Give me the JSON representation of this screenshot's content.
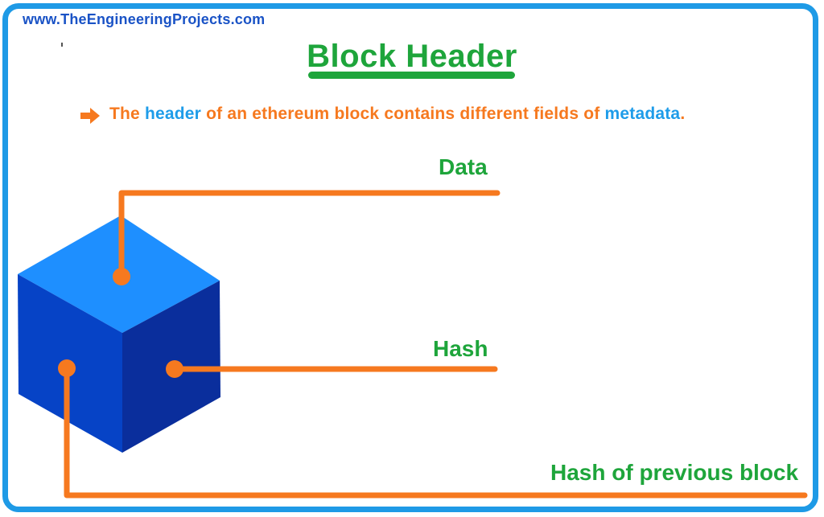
{
  "site": {
    "url_label": "www.TheEngineeringProjects.com"
  },
  "header": {
    "title": "Block Header"
  },
  "callout": {
    "icon": "right-arrow-icon",
    "segments": [
      {
        "text": "The ",
        "color": "orange"
      },
      {
        "text": "header",
        "color": "blue"
      },
      {
        "text": " of an ethereum block contains different fields of ",
        "color": "orange"
      },
      {
        "text": "metadata",
        "color": "blue"
      },
      {
        "text": ".",
        "color": "orange"
      }
    ]
  },
  "diagram": {
    "cube": "ethereum-block-cube",
    "labels": {
      "top": "Data",
      "middle": "Hash",
      "bottom": "Hash of previous block"
    }
  },
  "colors": {
    "frame_blue": "#1E9AE6",
    "url_blue": "#1A53C6",
    "green": "#1EA53B",
    "orange": "#F6791F",
    "azure_blue": "#1E9CE9",
    "cube_top": "#1E8FFF",
    "cube_left": "#0643C6",
    "cube_right": "#0A2E9C"
  }
}
